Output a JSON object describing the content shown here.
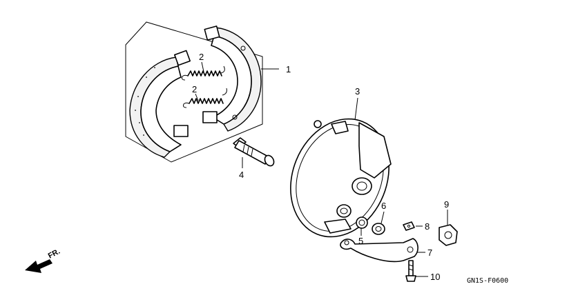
{
  "diagram": {
    "callouts": {
      "shoe": "1",
      "spring_upper": "2",
      "spring_lower": "2",
      "panel": "3",
      "cam": "4",
      "seal": "5",
      "indicator": "6",
      "lever": "7",
      "small_clip": "8",
      "nut": "9",
      "bolt": "10"
    },
    "direction_label": "FR.",
    "figure_code": "GN1S-F0600"
  }
}
